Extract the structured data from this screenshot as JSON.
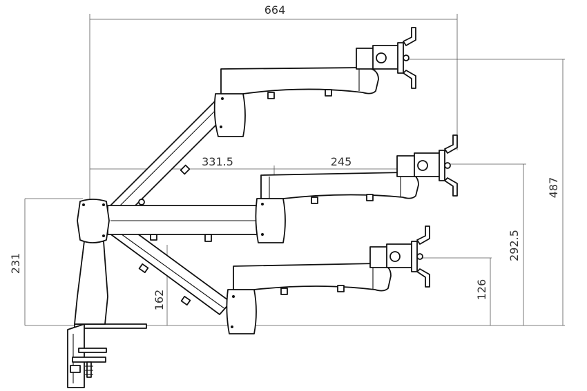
{
  "dimensions": {
    "overall_width": "664",
    "upper_reach": "331.5",
    "forearm_length": "245",
    "pole_height": "231",
    "max_height": "487",
    "mid_height": "292.5",
    "low_height": "126",
    "pivot_height": "162"
  },
  "colors": {
    "line": "#111111",
    "dimension_line": "#555555",
    "background": "#ffffff"
  }
}
